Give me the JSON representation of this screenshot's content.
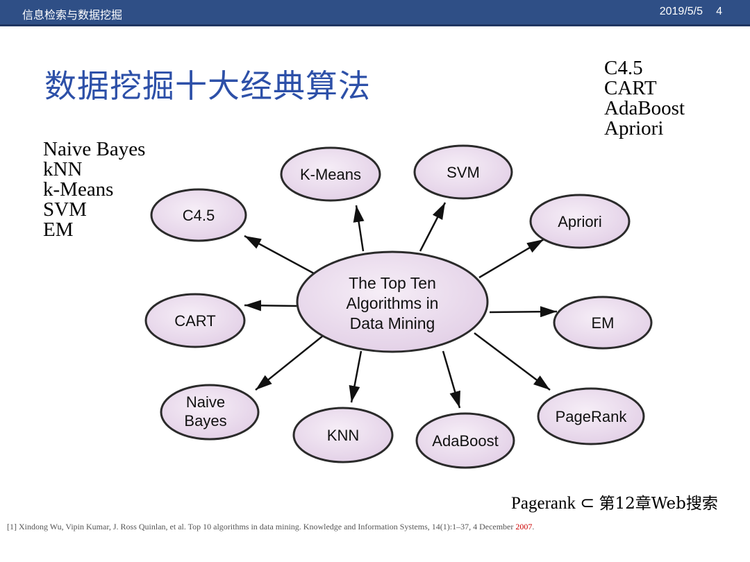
{
  "header": {
    "course_title": "信息检索与数据挖掘",
    "date": "2019/5/5",
    "page_number": "4"
  },
  "slide_title": "数据挖掘十大经典算法",
  "left_list": [
    "Naive Bayes",
    "kNN",
    "k-Means",
    "SVM",
    "EM"
  ],
  "right_list": [
    "C4.5",
    "CART",
    "AdaBoost",
    "Apriori"
  ],
  "diagram": {
    "center": [
      "The Top Ten",
      "Algorithms in",
      "Data Mining"
    ],
    "nodes": {
      "c45": "C4.5",
      "kmeans": "K-Means",
      "svm": "SVM",
      "apriori": "Apriori",
      "cart": "CART",
      "em": "EM",
      "naive": [
        "Naive",
        "Bayes"
      ],
      "knn": "KNN",
      "adaboost": "AdaBoost",
      "pagerank": "PageRank"
    },
    "colors": {
      "node_fill": "#ecdbee",
      "node_stroke": "#2b2b2b",
      "arrow": "#111111"
    }
  },
  "note": {
    "prefix": "Pagerank ⊂ ",
    "suffix": "第12章Web搜索"
  },
  "reference": {
    "text": "[1] Xindong Wu, Vipin Kumar, J. Ross Quinlan, et al. Top 10 algorithms in data mining. Knowledge and Information Systems, 14(1):1–37, 4 December ",
    "year": "2007",
    "end": "."
  }
}
